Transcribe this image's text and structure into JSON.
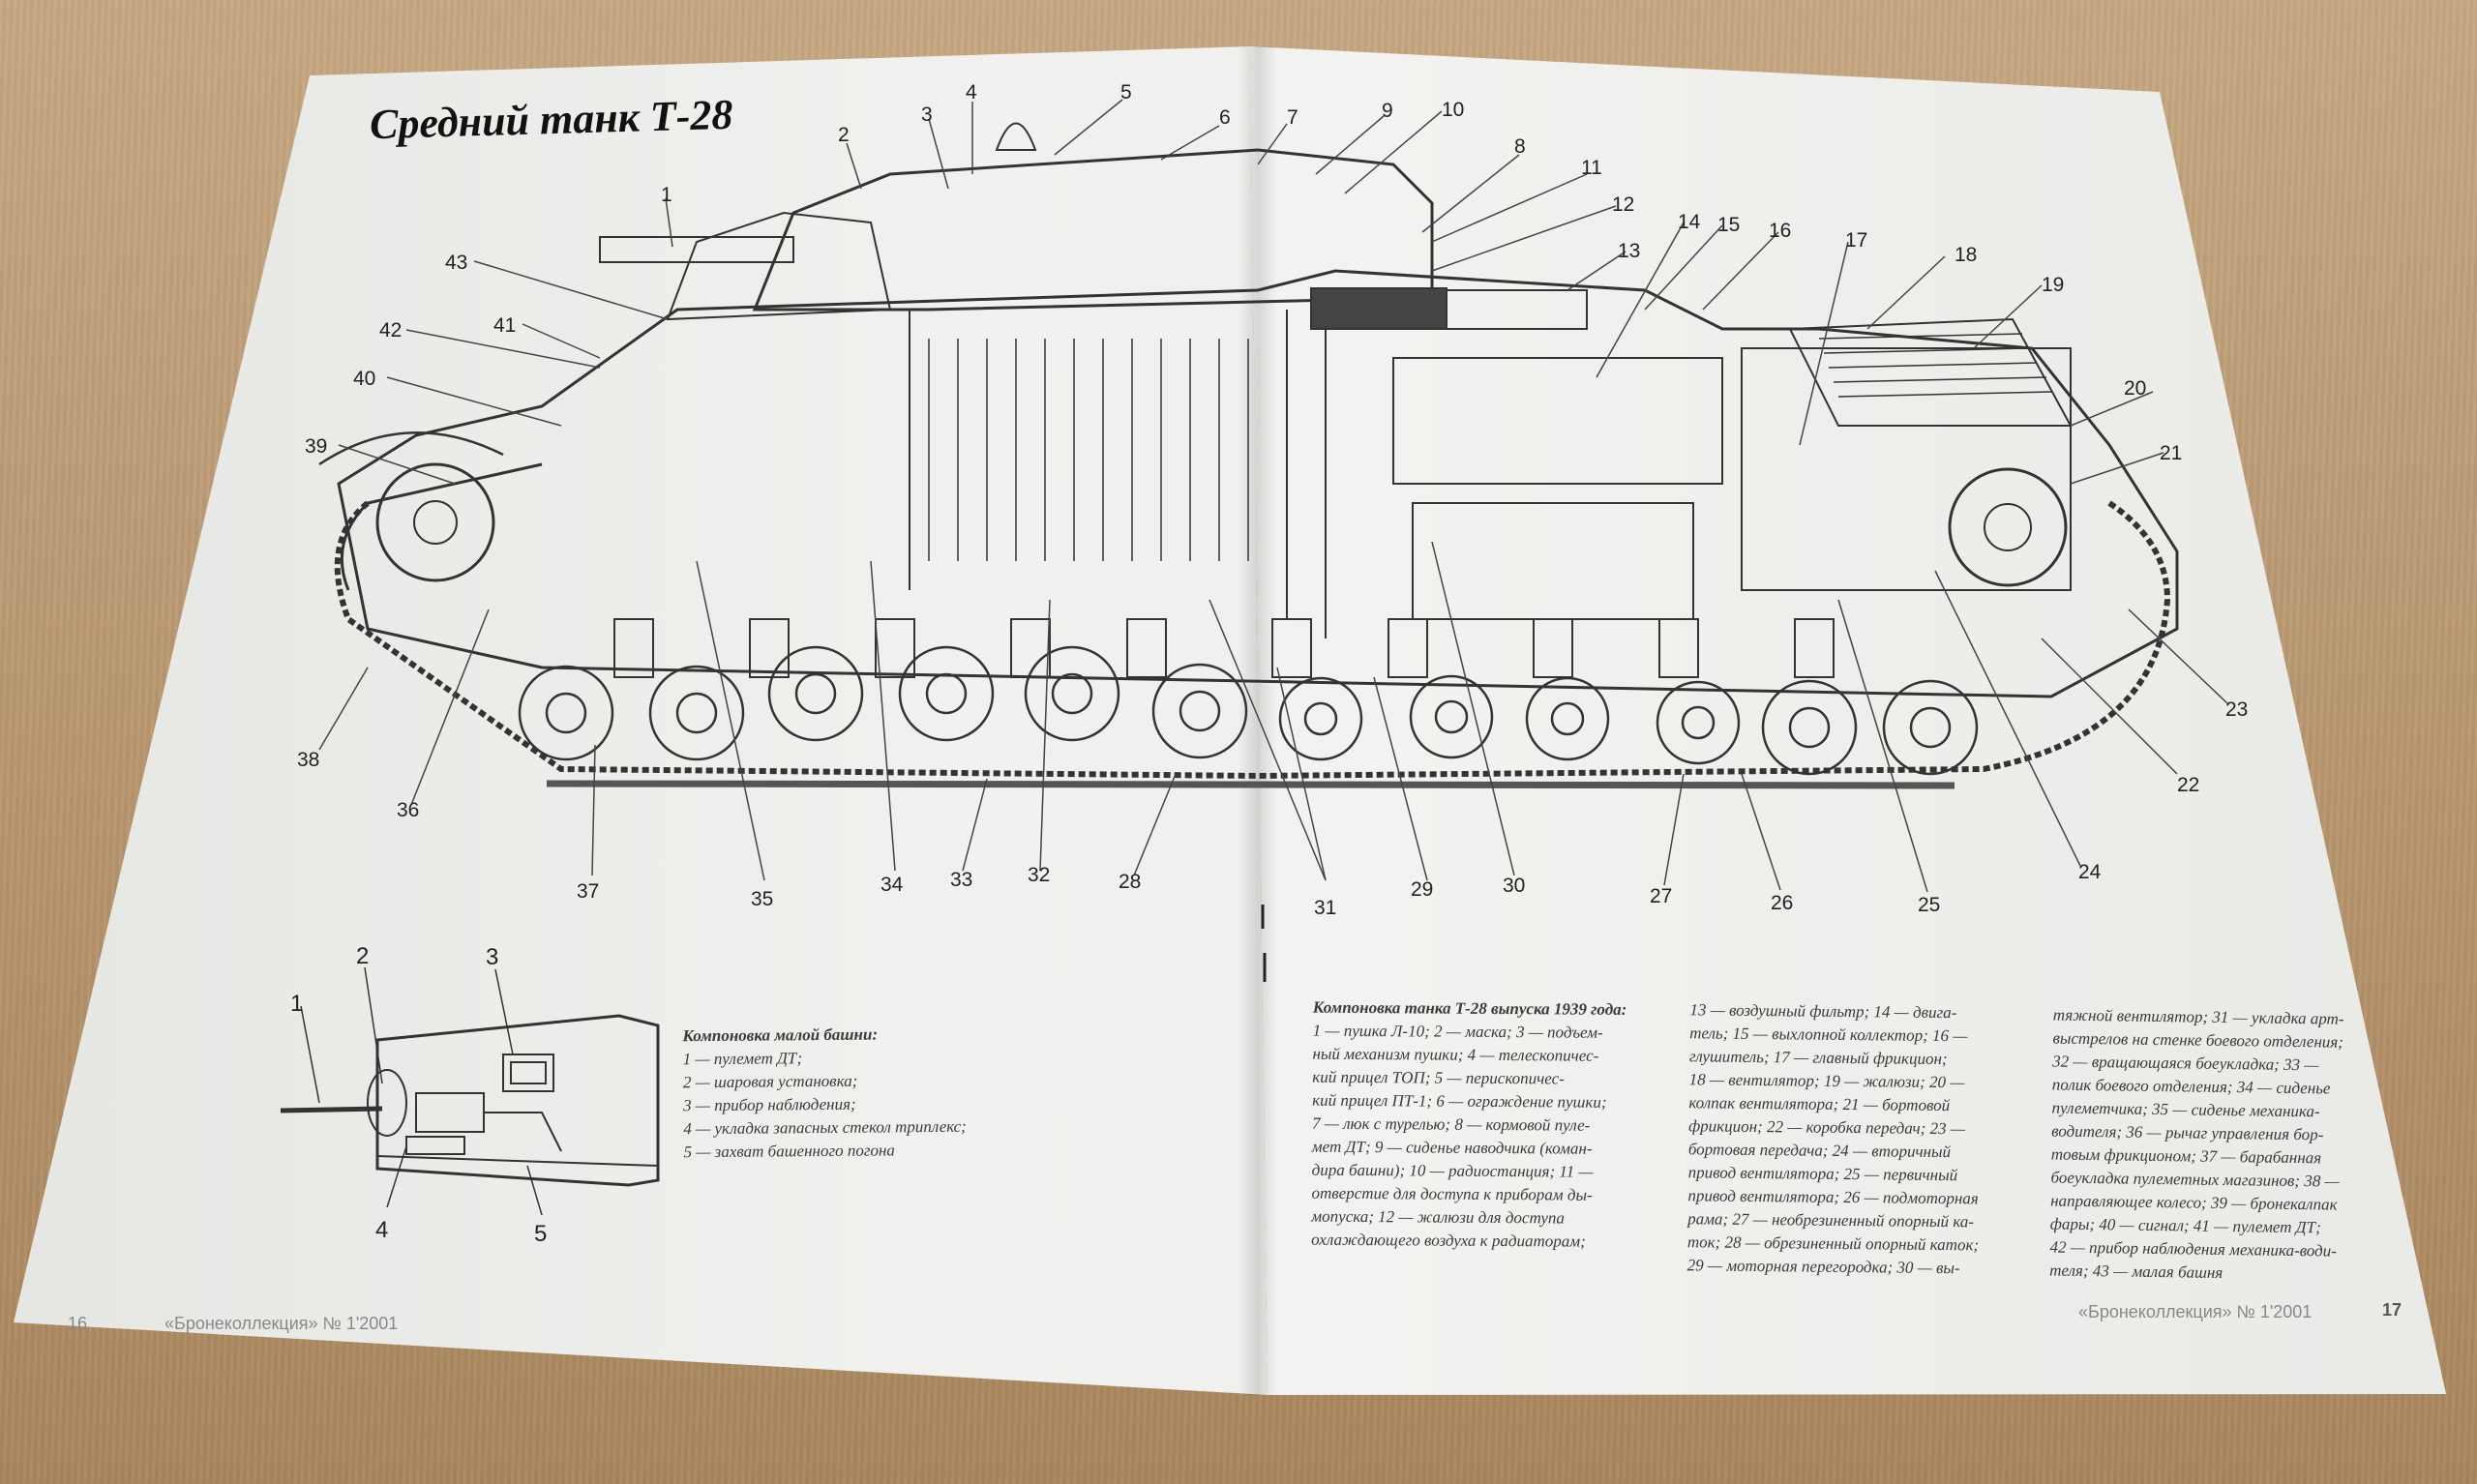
{
  "title": "Средний танк Т-28",
  "callouts": [
    "1",
    "2",
    "3",
    "4",
    "5",
    "6",
    "7",
    "8",
    "9",
    "10",
    "11",
    "12",
    "13",
    "14",
    "15",
    "16",
    "17",
    "18",
    "19",
    "20",
    "21",
    "22",
    "23",
    "24",
    "25",
    "26",
    "27",
    "28",
    "29",
    "30",
    "31",
    "32",
    "33",
    "34",
    "35",
    "36",
    "37",
    "38",
    "39",
    "40",
    "41",
    "42",
    "43"
  ],
  "inset_callouts": [
    "1",
    "2",
    "3",
    "4",
    "5"
  ],
  "small_turret_caption": {
    "title": "Компоновка малой башни:",
    "lines": [
      "1 — пулемет ДТ;",
      "2 — шаровая установка;",
      "3 — прибор наблюдения;",
      "4 — укладка запасных стекол триплекс;",
      "5 — захват башенного погона"
    ]
  },
  "layout_caption": {
    "title": "Компоновка танка Т-28 выпуска 1939 года:",
    "col1": [
      "1 — пушка Л-10; 2 — маска; 3 — подъем-",
      "ный механизм пушки; 4 — телескопичес-",
      "кий прицел ТОП; 5 — перископичес-",
      "кий прицел ПТ-1; 6 — ограждение пушки;",
      "7 — люк с турелью; 8 — кормовой пуле-",
      "мет ДТ; 9 — сиденье наводчика (коман-",
      "дира башни); 10 — радиостанция; 11 —",
      "отверстие для доступа к приборам ды-",
      "мопуска; 12 — жалюзи для доступа",
      "охлаждающего воздуха к радиаторам;"
    ],
    "col2": [
      "13 — воздушный фильтр; 14 — двига-",
      "тель; 15 — выхлопной коллектор; 16 —",
      "глушитель; 17 — главный фрикцион;",
      "18 — вентилятор; 19 — жалюзи; 20 —",
      "колпак вентилятора; 21 — бортовой",
      "фрикцион; 22 — коробка передач; 23 —",
      "бортовая передача; 24 — вторичный",
      "привод вентилятора; 25 — первичный",
      "привод вентилятора; 26 — подмоторная",
      "рама; 27 — необрезиненный опорный ка-",
      "ток; 28 — обрезиненный опорный каток;",
      "29 — моторная перегородка; 30 — вы-"
    ],
    "col3": [
      "тяжной вентилятор; 31 — укладка арт-",
      "выстрелов на стенке боевого отделения;",
      "32 — вращающаяся боеукладка; 33 —",
      "полик боевого отделения; 34 — сиденье",
      "пулеметчика; 35 — сиденье механика-",
      "водителя; 36 — рычаг управления бор-",
      "товым фрикционом; 37 — барабанная",
      "боеукладка пулеметных магазинов; 38 —",
      "направляющее колесо; 39 — бронекалпак",
      "фары; 40 — сигнал; 41 — пулемет ДТ;",
      "42 — прибор наблюдения механика-води-",
      "теля; 43 — малая башня"
    ]
  },
  "footer": {
    "left_page_number": "16",
    "left_text": "«Бронеколлекция» № 1'2001",
    "right_text": "«Бронеколлекция» № 1'2001",
    "right_page_number": "17"
  }
}
